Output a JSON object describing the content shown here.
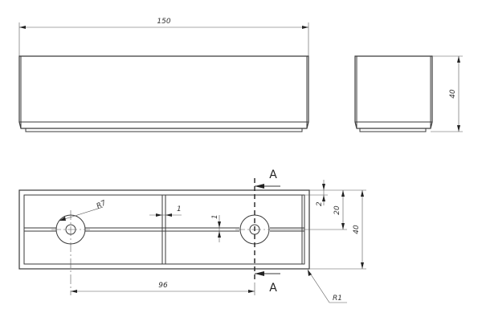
{
  "drawing": {
    "front_view": {
      "overall_length": "150"
    },
    "side_view": {
      "height": "40"
    },
    "top_view": {
      "hole_radius": "R7",
      "rib_thickness_horizontal": "1",
      "rib_thickness_vertical": "1",
      "wall_step": "2",
      "half_width": "20",
      "width": "40",
      "hole_spacing": "96",
      "corner_radius": "R1",
      "section_label_top": "A",
      "section_label_bottom": "A"
    }
  }
}
